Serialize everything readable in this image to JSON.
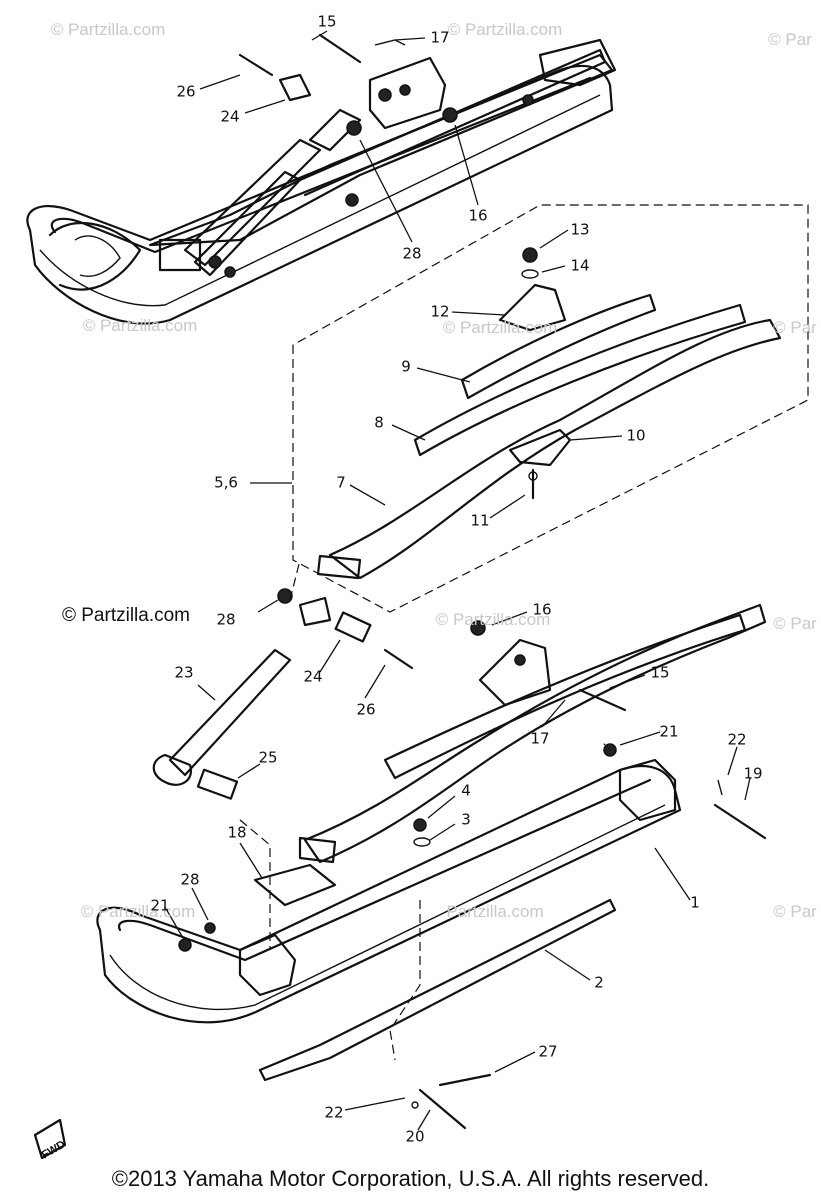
{
  "watermark": "© Partzilla.com",
  "watermark_partial": "© Par",
  "watermark_plain": "Partzilla.com",
  "front_label": "FWD",
  "copyright": "©2013 Yamaha Motor Corporation, U.S.A. All rights reserved.",
  "callouts": [
    "15",
    "17",
    "26",
    "24",
    "16",
    "28",
    "13",
    "14",
    "12",
    "9",
    "8",
    "10",
    "5,6",
    "7",
    "11",
    "28",
    "16",
    "23",
    "24",
    "26",
    "15",
    "17",
    "21",
    "22",
    "19",
    "25",
    "4",
    "3",
    "18",
    "28",
    "21",
    "1",
    "2",
    "27",
    "22",
    "20"
  ]
}
